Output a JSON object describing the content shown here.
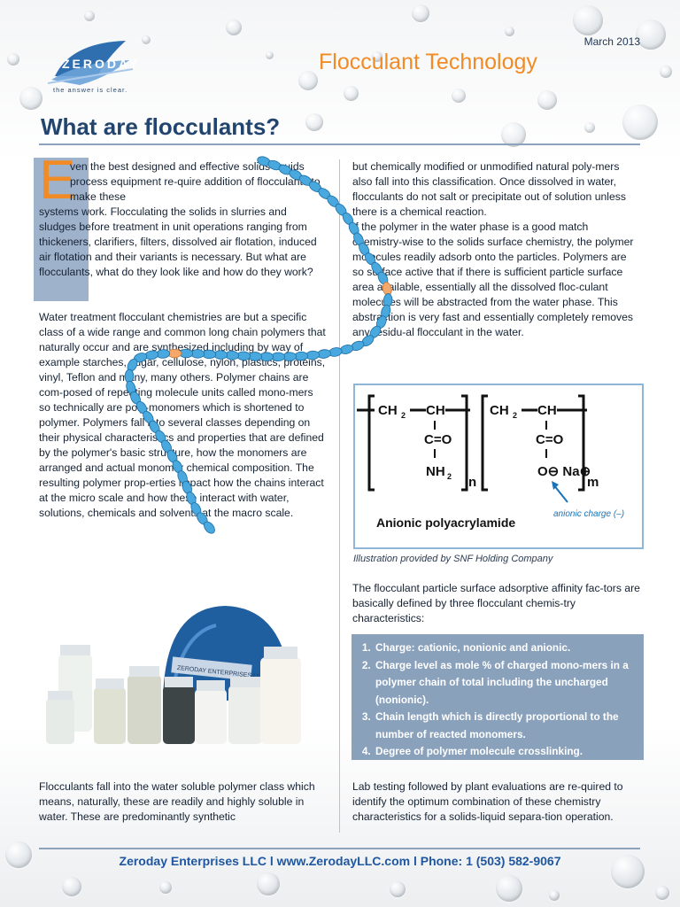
{
  "header": {
    "logo_text": "ZERODAY",
    "tagline": "the answer is clear.",
    "date": "March 2013",
    "topic": "Flocculant Technology"
  },
  "page_title": "What are flocculants?",
  "left_column": {
    "drop_cap": "E",
    "p1_first": "ven the best designed and effective solids-liquids process equipment re-quire addition of flocculants to make these",
    "p1_rest": "systems work.  Flocculating the solids in slurries and sludges before treatment in unit operations ranging from thickeners, clarifiers, filters, dissolved air flotation, induced air flotation and their variants is necessary.  But what are flocculants, what do they look like and how do they work?",
    "p2": "Water treatment flocculant chemistries are but a specific class of a wide range and common long chain polymers that naturally occur and are synthesized including by way of example starches, sugar, cellulose, nylon, plastics, proteins, vinyl, Teflon and many, many others.  Polymer chains are com-posed of repeating molecule units called mono-mers so technically are poly-monomers which is shortened to polymer.  Polymers fall into several classes depending on their physical characteristics and properties that are defined by the polymer's basic structure, how the monomers are arranged and actual monomer chemical composition.  The resulting polymer prop-erties impact how the chains interact at the micro scale and how these interact with water, solutions, chemicals and solvents at the macro scale.",
    "p3": "Flocculants fall into the water soluble polymer class which means, naturally, these are readily and highly soluble in water.  These are predominantly synthetic"
  },
  "product_photo": {
    "box_label": "ZERODAY ENTERPRISES LLC"
  },
  "right_column": {
    "p1": "but chemically modified or unmodified natural poly-mers also fall into this classification.  Once dissolved in water, flocculants do not salt or precipitate out of solution unless there is a chemical reaction.",
    "p2": "If the polymer in the water phase is a good match chemistry-wise to the solids surface chemistry, the polymer molecules readily adsorb onto the particles.  Polymers are so surface active that if there is sufficient particle surface area available, essentially all the dissolved floc-culant molecules will be abstracted from the water phase.  This abstraction is very fast and essentially completely removes any residu-al flocculant in the water.",
    "caption": "Illustration provided by SNF Holding Company",
    "p3": "The flocculant particle surface adsorptive affinity fac-tors are basically defined by three flocculant chemis-try characteristics:",
    "p4": "Lab testing followed by plant evaluations are re-quired to identify the optimum combination of these chemistry characteristics for a solids-liquid separa-tion operation."
  },
  "diagram": {
    "ch2_a": "CH",
    "ch_a": "CH",
    "co_a": "C=O",
    "nh2": "NH",
    "sub_n": "n",
    "ch2_b": "CH",
    "ch_b": "CH",
    "co_b": "C=O",
    "o_na": "O⊖ Na⊕",
    "sub_m": "m",
    "sub2": "2",
    "name": "Anionic polyacrylamide",
    "charge_label": "anionic charge (–)",
    "accent_color": "#1a73b8"
  },
  "list": [
    "Charge: cationic, nonionic and anionic.",
    "Charge level as mole % of charged mono-mers in a polymer chain of total including the uncharged (nonionic).",
    "Chain length which is directly proportional to the number of reacted monomers.",
    "Degree of polymer molecule crosslinking."
  ],
  "footer": "Zeroday Enterprises LLC l www.ZerodayLLC.com l Phone: 1 (503) 582-9067",
  "colors": {
    "accent_orange": "#f08b25",
    "navy": "#21456e",
    "chain_blue": "#4aa9dc",
    "list_bg": "#8aa1bc"
  }
}
